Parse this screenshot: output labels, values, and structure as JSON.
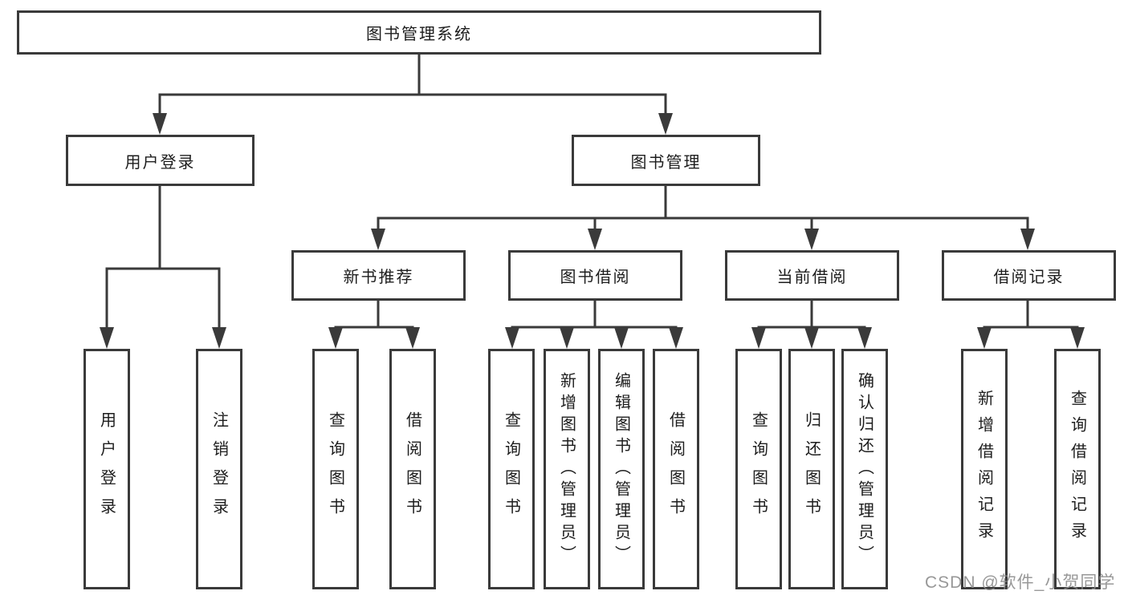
{
  "diagram": {
    "root": "图书管理系统",
    "level2": {
      "user_login": "用户登录",
      "book_mgmt": "图书管理"
    },
    "level3": {
      "new_book": "新书推荐",
      "book_borrow": "图书借阅",
      "current_borrow": "当前借阅",
      "borrow_record": "借阅记录"
    },
    "leaves": {
      "user_login": [
        "用户登录",
        "注销登录"
      ],
      "new_book": [
        "查询图书",
        "借阅图书"
      ],
      "book_borrow": [
        "查询图书",
        "新增图书（管理员）",
        "编辑图书（管理员）",
        "借阅图书"
      ],
      "current_borrow": [
        "查询图书",
        "归还图书",
        "确认归还（管理员）"
      ],
      "borrow_record": [
        "新增借阅记录",
        "查询借阅记录"
      ]
    }
  },
  "colors": {
    "line": "#3a3a3a",
    "text": "#1d1d1d",
    "watermark": "#8a8a8a"
  },
  "watermark": "CSDN @软件_小贺同学"
}
